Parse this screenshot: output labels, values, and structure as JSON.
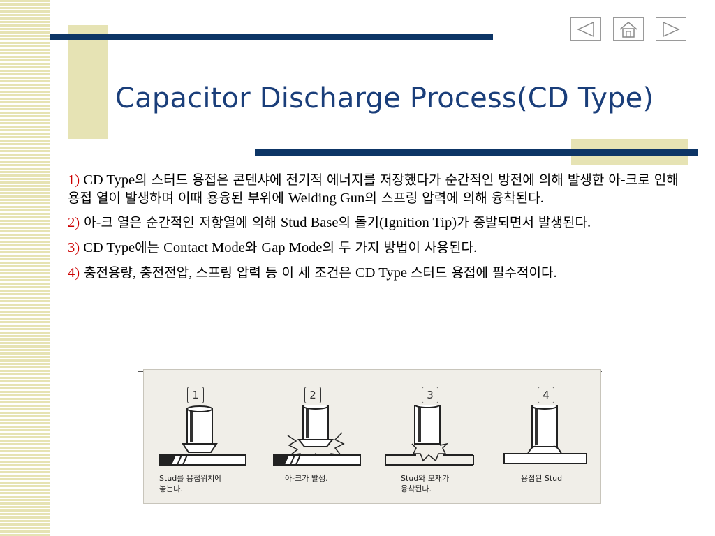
{
  "slide": {
    "title": "Capacitor Discharge Process(CD Type)",
    "paragraphs": [
      {
        "num": "1)",
        "parts": [
          {
            "text": " CD Type",
            "kr": false
          },
          {
            "text": "의 스터드 용접은 콘덴샤에 전기적 에너지를 저장했다가 순간적인 방전에 의해 발생한 아-크로 인해 용접 열이 발생하며 이때 용융된 부위에 ",
            "kr": true
          },
          {
            "text": "Welding Gun",
            "kr": false
          },
          {
            "text": "의 스프링 압력에 의해 융착된다",
            "kr": true
          },
          {
            "text": ".",
            "kr": false
          }
        ]
      },
      {
        "num": "2)",
        "parts": [
          {
            "text": " 아-크 열은 순간적인 저항열에 의해 ",
            "kr": true
          },
          {
            "text": "Stud Base",
            "kr": false
          },
          {
            "text": "의 돌기",
            "kr": true
          },
          {
            "text": "(Ignition Tip)",
            "kr": false
          },
          {
            "text": "가 증발되면서 발생된다",
            "kr": true
          },
          {
            "text": ".",
            "kr": false
          }
        ]
      },
      {
        "num": "3)",
        "parts": [
          {
            "text": " CD Type",
            "kr": false
          },
          {
            "text": "에는 ",
            "kr": true
          },
          {
            "text": "Contact Mode",
            "kr": false
          },
          {
            "text": "와 ",
            "kr": true
          },
          {
            "text": "Gap Mode",
            "kr": false
          },
          {
            "text": "의 두 가지 방법이 사용된다",
            "kr": true
          },
          {
            "text": ".",
            "kr": false
          }
        ]
      },
      {
        "num": "4)",
        "parts": [
          {
            "text": " 충전용량",
            "kr": true
          },
          {
            "text": ", ",
            "kr": false
          },
          {
            "text": "충전전압",
            "kr": true
          },
          {
            "text": ", ",
            "kr": false
          },
          {
            "text": "스프링 압력 등 이 세 조건은 ",
            "kr": true
          },
          {
            "text": "CD Type ",
            "kr": false
          },
          {
            "text": "스터드 용접에 필수적이다",
            "kr": true
          },
          {
            "text": ".",
            "kr": false
          }
        ]
      }
    ]
  },
  "figure": {
    "steps": [
      {
        "number": "1",
        "caption_lines": [
          "Stud를 용접위치에",
          "놓는다."
        ]
      },
      {
        "number": "2",
        "caption_lines": [
          "아-크가 발생."
        ]
      },
      {
        "number": "3",
        "caption_lines": [
          "Stud와 모재가",
          "융착된다."
        ]
      },
      {
        "number": "4",
        "caption_lines": [
          "용접된 Stud"
        ]
      }
    ]
  },
  "nav": {
    "prev_icon": "triangle-left-icon",
    "home_icon": "home-icon",
    "next_icon": "triangle-right-icon"
  },
  "colors": {
    "title": "#1a3e7a",
    "accent_line": "#0d3566",
    "tan": "#e6e3b4",
    "number": "#cc0000"
  }
}
